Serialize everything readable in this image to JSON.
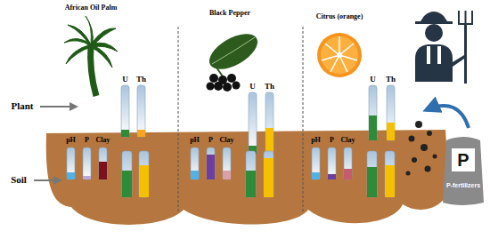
{
  "diagram": {
    "nodes": [
      {
        "text": [
          "P",
          "P-fertilizers"
        ]
      }
    ],
    "labels": [
      "African Oil Palm",
      "Black Pepper",
      "Citrus (orange)",
      "Plant",
      "Soil",
      "U",
      "Th",
      "U",
      "Th",
      "U",
      "Th",
      "pH",
      "P",
      "Clay",
      "pH",
      "P",
      "Clay",
      "pH",
      "P",
      "Clay"
    ]
  }
}
